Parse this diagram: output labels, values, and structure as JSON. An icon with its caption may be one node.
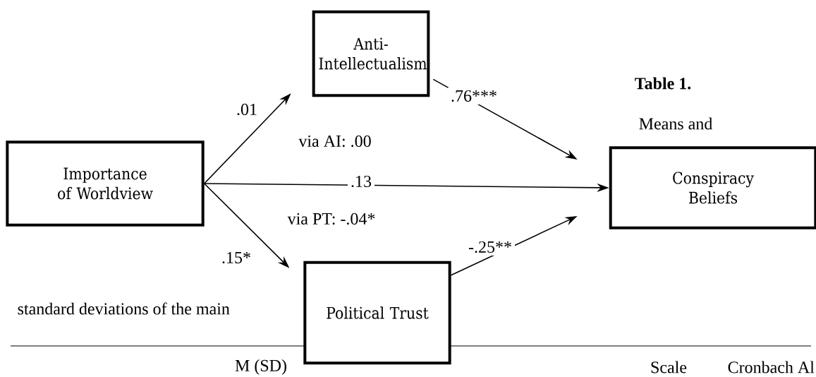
{
  "diagram": {
    "nodes": [
      {
        "text": [
          "Importance of Worldview"
        ]
      },
      {
        "text": [
          "Anti-Intellectualism"
        ]
      },
      {
        "text": [
          "Conspiracy Beliefs"
        ]
      },
      {
        "text": [
          "Political Trust"
        ]
      }
    ],
    "edges": [
      {
        "from": 0,
        "to": 1,
        "arrow": "to",
        "label": ".01"
      },
      {
        "from": 1,
        "to": 2,
        "arrow": "to",
        "label": ".76***"
      },
      {
        "from": 0,
        "to": 2,
        "arrow": "to",
        "label": ".13"
      },
      {
        "from": 0,
        "to": 3,
        "arrow": "to",
        "label": ".15*"
      },
      {
        "from": 3,
        "to": 2,
        "arrow": "to",
        "label": "-.25**"
      }
    ],
    "labels": [
      "via AI:  .00",
      "via PT:  -.04*",
      "Table 1.",
      "Means and",
      "standard deviations of the main",
      "M (SD)",
      "Scale",
      "Cronbach Al"
    ]
  }
}
